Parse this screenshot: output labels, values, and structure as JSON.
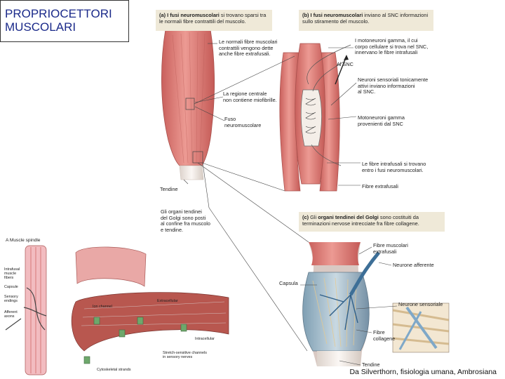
{
  "title": {
    "line1": "PROPRIOCETTORI",
    "line2": "MUSCOLARI"
  },
  "panels": {
    "a": {
      "tag": "(a)",
      "bold": "I fusi neuromuscolari",
      "rest": " si trovano sparsi tra le normali fibre contrattili del muscolo."
    },
    "b": {
      "tag": "(b)",
      "bold": "I fusi neuromuscolari",
      "rest": " inviano al SNC informazioni sullo stiramento del muscolo."
    },
    "c": {
      "tag": "(c)",
      "text1": " Gli ",
      "bold": "organi tendinei del Golgi",
      "rest": " sono costituiti da terminazioni nervose intrecciate fra fibre collagene."
    }
  },
  "labels": {
    "normali": "Le normali fibre muscolari\ncontrattili vengono dette\nanche fibre extrafusali.",
    "regione": "La regione centrale\nnon contiene miofibrille.",
    "fuso": "Fuso\nneuromuscolare",
    "tendine": "Tendine",
    "golgi": "Gli organi tendinei\ndel Golgi sono posti\nal confine fra muscolo\ne tendine.",
    "motoneuroni_gamma": "I motoneuroni gamma, il cui\ncorpo cellulare si trova nel SNC,\ninnervano le fibre intrafusali",
    "al_snc": "Al SNC",
    "neuroni_sensoriali": "Neuroni sensoriali tonicamente\nattivi inviano informazioni\nal SNC.",
    "motoneuroni_provenienti": "Motoneuroni gamma\nprovenienti dal SNC",
    "fibre_intrafusali": "Le fibre intrafusali si trovano\nentro i fusi neuromuscolari.",
    "fibre_extrafusali": "Fibre extrafusali",
    "fibre_muscolari_extrafusali": "Fibre muscolari\nextrafusali",
    "neurone_afferente": "Neurone afferente",
    "capsula_c": "Capsula",
    "neurone_sensoriale": "Neurone sensoriale",
    "fibre_collagene": "Fibre\ncollagene",
    "tendine_c": "Tendine",
    "muscle_spindle": "A  Muscle spindle",
    "intrafusal": "Intrafusal\nmuscle\nfibers",
    "capsule": "Capsule",
    "sensory_endings": "Sensory\nendings",
    "afferent_axons": "Afferent\naxons",
    "ion_channel": "Ion channel",
    "extracellular": "Extracellular",
    "intracellular": "Intracellular",
    "stretch_channels": "Stretch-sensitive channels\nin sensory nerves",
    "cytoskeletal": "Cytoskeletal strands"
  },
  "credit": "Da Silverthorn, fisiologia umana, Ambrosiana",
  "colors": {
    "muscle": "#e0847e",
    "muscle_dark": "#b94d4a",
    "tendon": "#f0e6de",
    "panel_bg": "#efe9d8",
    "title_blue": "#1b2a8a",
    "nerve": "#d8d0c2"
  }
}
